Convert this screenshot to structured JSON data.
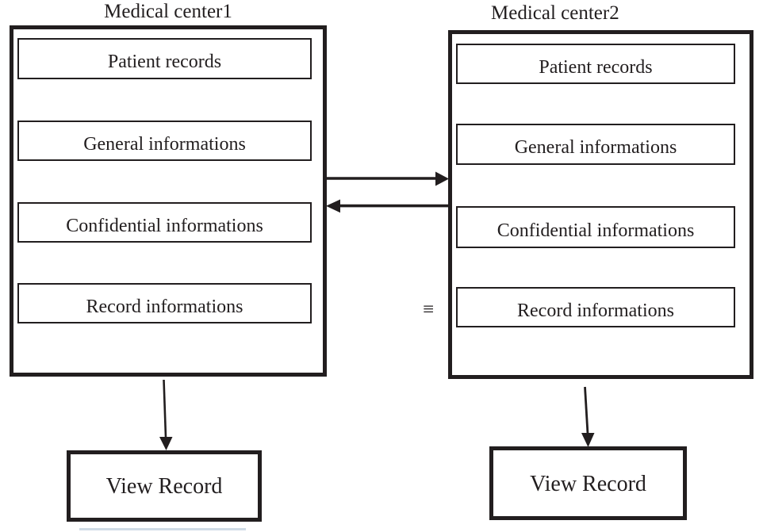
{
  "diagram": {
    "colors": {
      "ink": "#221e1f",
      "background": "#ffffff",
      "accent_underline": "#cfdbe6"
    },
    "equivalence": {
      "symbol": "≡"
    },
    "centers": [
      {
        "title": "Medical center1",
        "records": [
          "Patient records",
          "General informations",
          "Confidential informations",
          "Record informations"
        ],
        "action_label": "View Record"
      },
      {
        "title": "Medical center2",
        "records": [
          "Patient records",
          "General informations",
          "Confidential informations",
          "Record informations"
        ],
        "action_label": "View Record"
      }
    ],
    "arrows": [
      {
        "name": "transfer-to-center2",
        "direction": "right"
      },
      {
        "name": "transfer-to-center1",
        "direction": "left"
      },
      {
        "name": "view-record-left",
        "direction": "down"
      },
      {
        "name": "view-record-right",
        "direction": "down"
      }
    ]
  }
}
